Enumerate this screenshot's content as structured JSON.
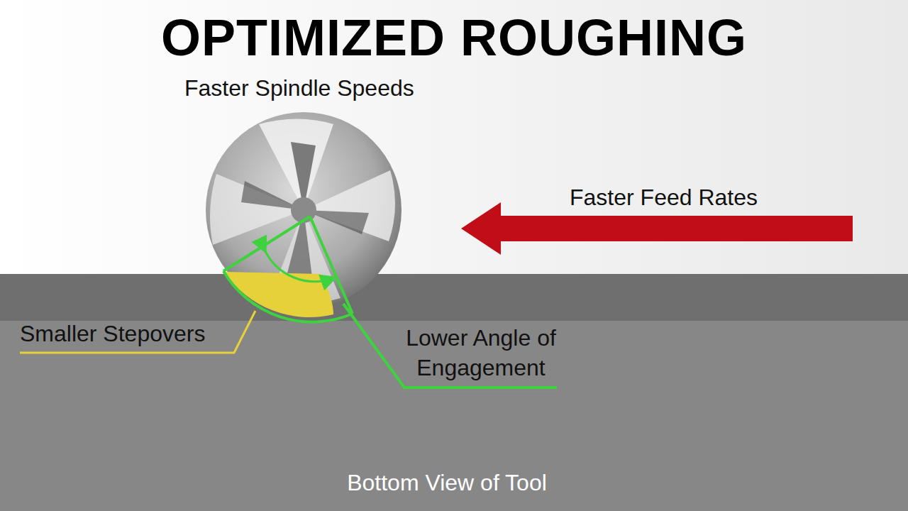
{
  "diagram": {
    "title": "OPTIMIZED ROUGHING",
    "labels": [
      "Faster Spindle Speeds",
      "Faster Feed Rates",
      "Smaller Stepovers",
      "Lower Angle of Engagement",
      "Bottom View of Tool"
    ]
  }
}
